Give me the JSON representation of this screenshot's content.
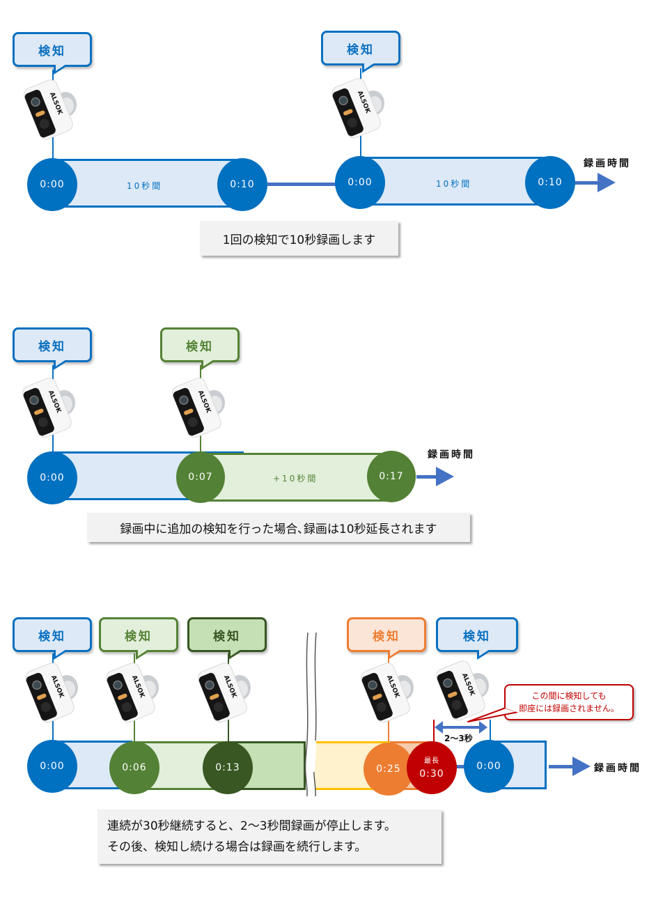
{
  "labels": {
    "detect": "検知",
    "axis": "録画時間",
    "ten_seconds": "10秒間",
    "plus_ten_seconds": "+10秒間",
    "max": "最長",
    "gap": "2〜3秒"
  },
  "section1": {
    "events": [
      {
        "start": "0:00",
        "end": "0:10",
        "duration_label": "10秒間",
        "color": "#0070c0"
      },
      {
        "start": "0:00",
        "end": "0:10",
        "duration_label": "10秒間",
        "color": "#0070c0"
      }
    ],
    "note": "1回の検知で10秒録画します"
  },
  "section2": {
    "events": [
      {
        "time": "0:00",
        "color": "#0070c0"
      },
      {
        "time": "0:07",
        "color": "#538135"
      }
    ],
    "end_time": "0:17",
    "extension_label": "+10秒間",
    "note": "録画中に追加の検知を行った場合､録画は10秒延長されます"
  },
  "section3": {
    "events": [
      {
        "time": "0:00",
        "color": "#0070c0"
      },
      {
        "time": "0:06",
        "color": "#538135"
      },
      {
        "time": "0:13",
        "color": "#385723"
      },
      {
        "time": "0:25",
        "color": "#ed7d31"
      },
      {
        "time": "0:00",
        "color": "#0070c0"
      }
    ],
    "max_label": "最長",
    "max_time": "0:30",
    "gap_label": "2〜3秒",
    "callout_line1": "この間に検知しても",
    "callout_line2": "即座には録画されません。",
    "note_line1": "連続が30秒継続すると、2〜3秒間録画が停止します。",
    "note_line2": "その後、検知し続ける場合は録画を続行します。"
  },
  "camera": {
    "brand": "ALSOK"
  }
}
